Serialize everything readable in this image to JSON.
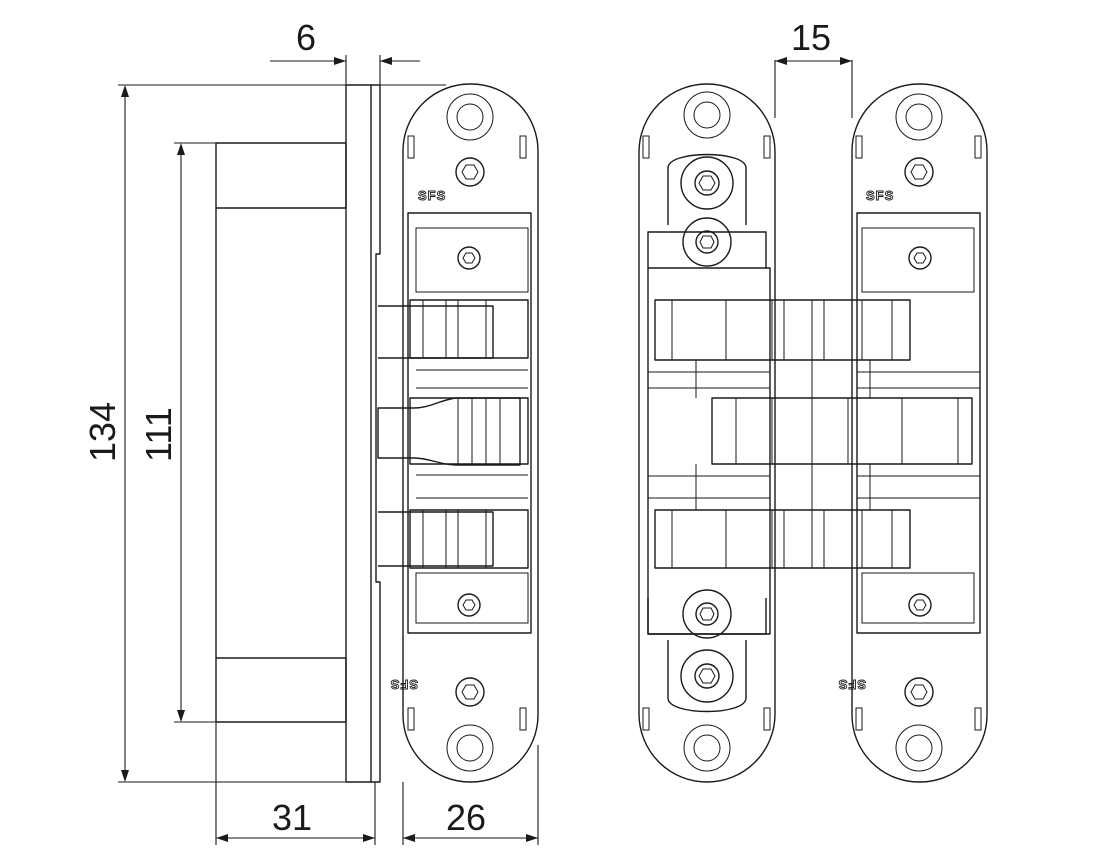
{
  "dimensions": {
    "plate_thickness": "6",
    "hinge_gap": "15",
    "overall_height": "134",
    "body_height": "111",
    "body_depth": "31",
    "plate_width": "26"
  },
  "brand": {
    "logo_text": "SFS"
  },
  "colors": {
    "line": "#1a1a1a",
    "background": "#ffffff"
  }
}
